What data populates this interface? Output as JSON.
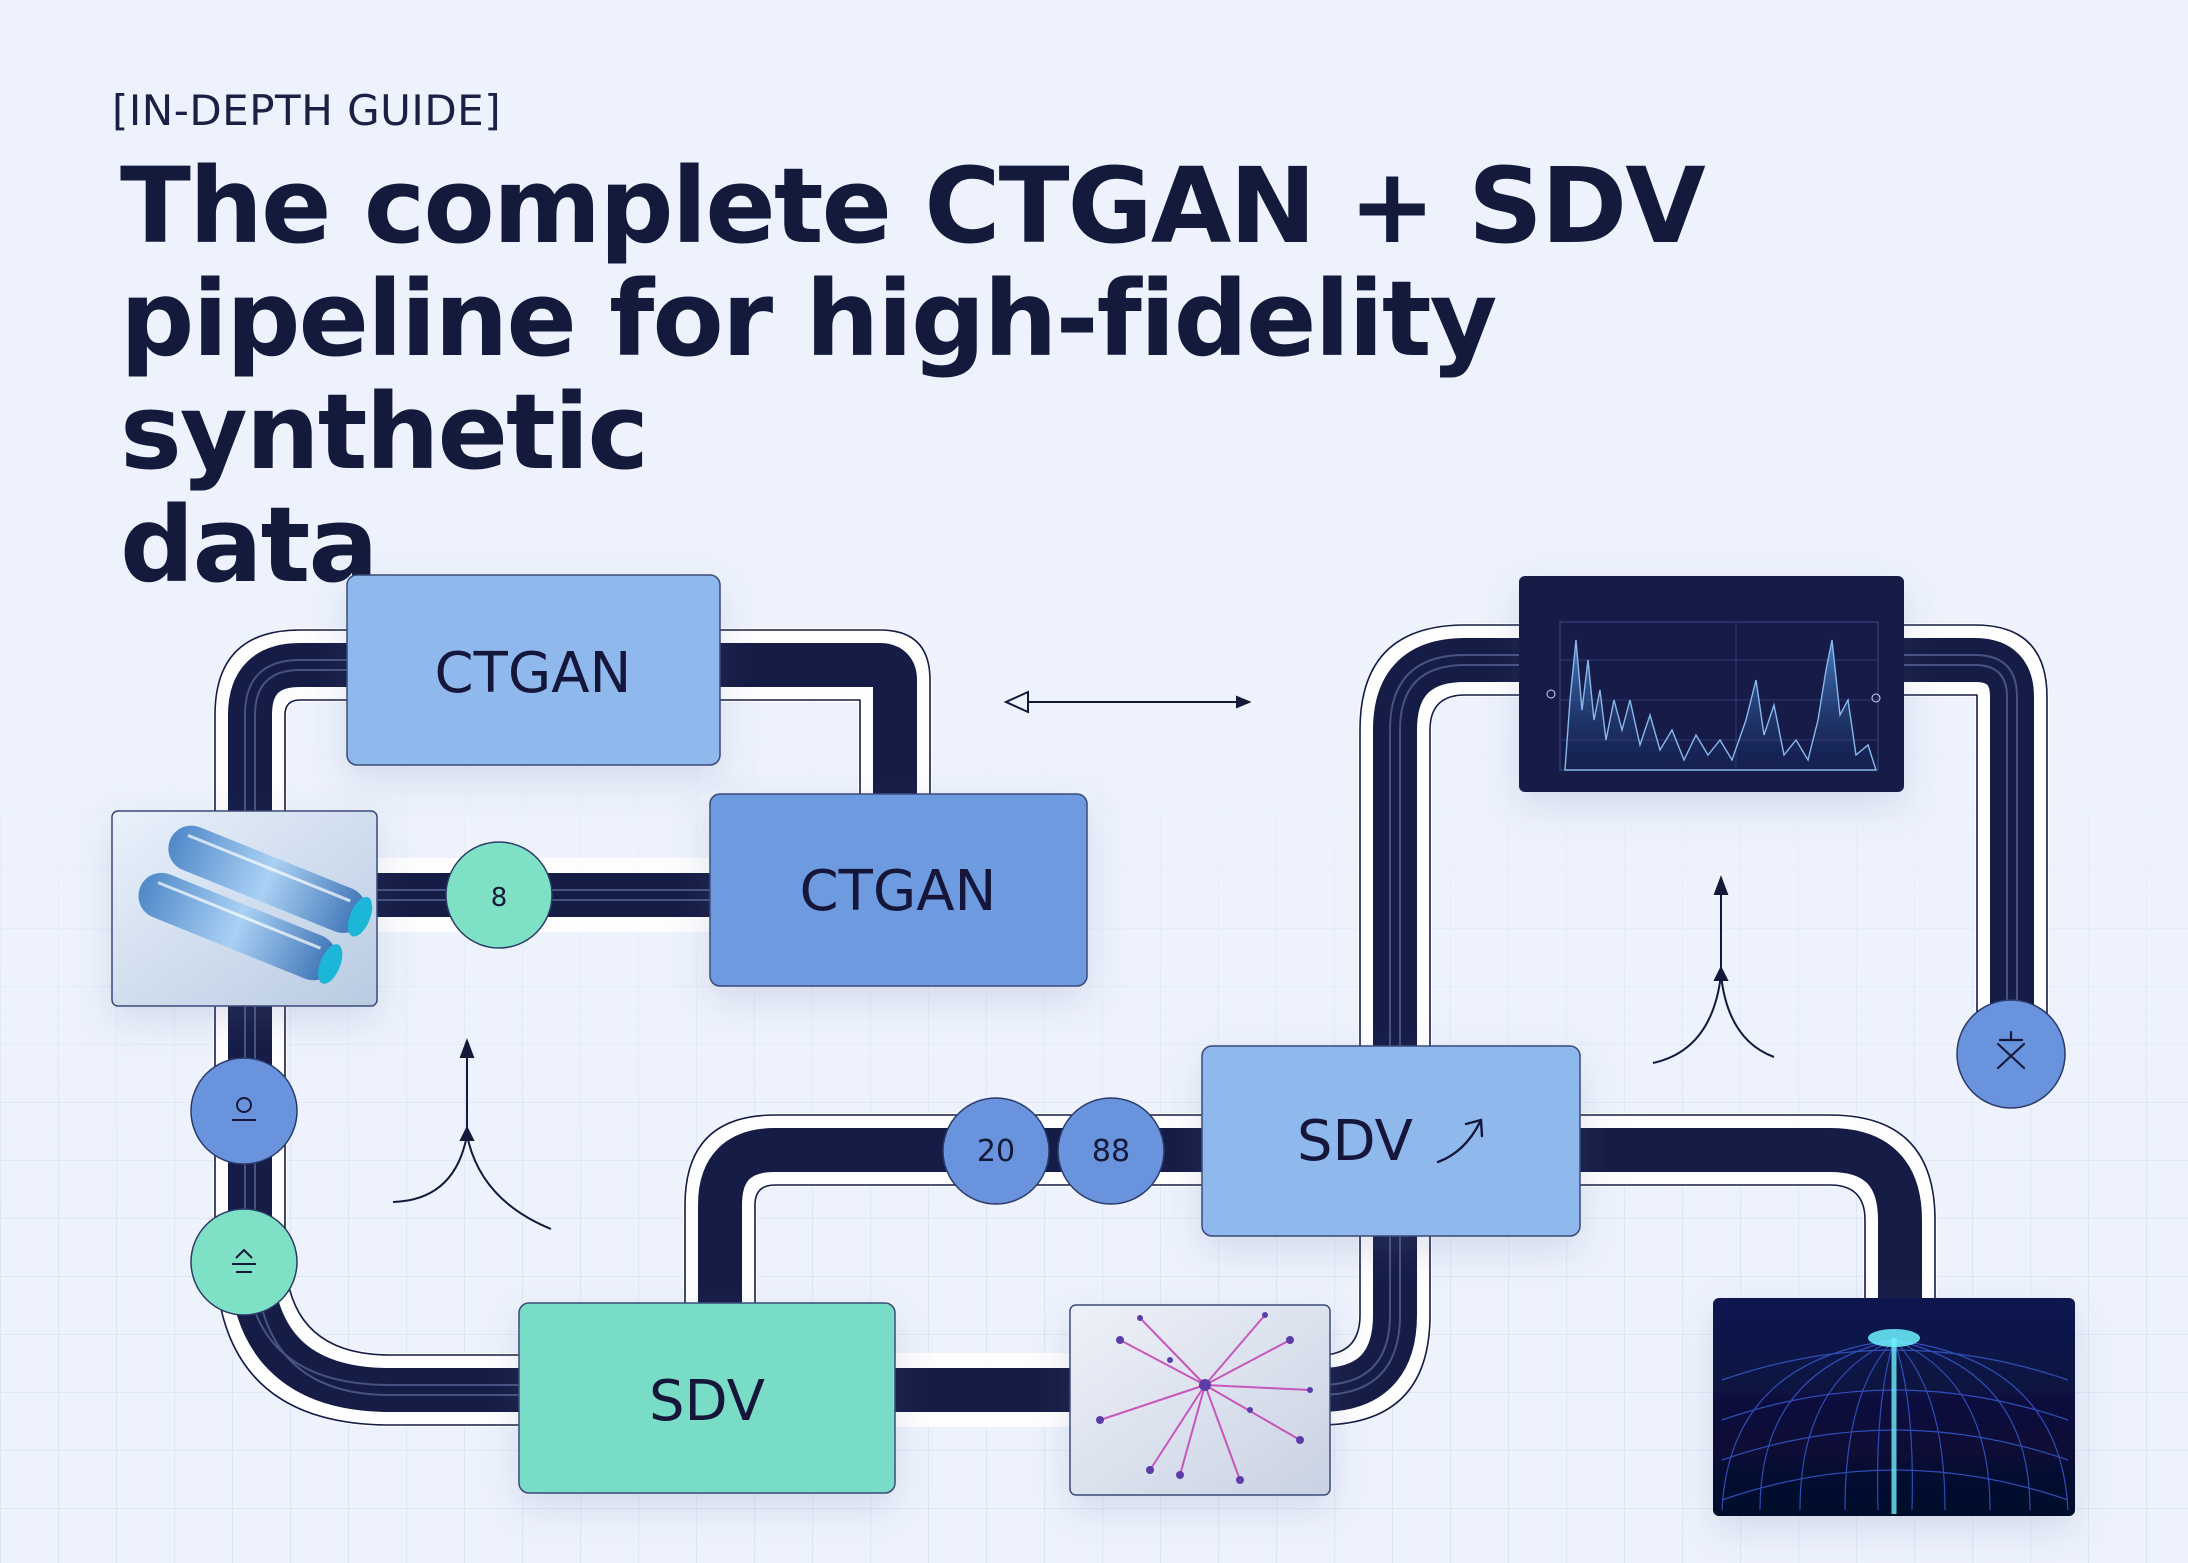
{
  "header": {
    "eyebrow": "[IN-DEPTH GUIDE]",
    "title_line_1": "The complete CTGAN + SDV",
    "title_line_2": "pipeline for high-fidelity synthetic",
    "title_line_3": "data"
  },
  "boxes": {
    "ctgan_top": "CTGAN",
    "ctgan_mid": "CTGAN",
    "sdv_right": "SDV",
    "sdv_bottom": "SDV"
  },
  "nodes": {
    "node_left_pipe": "8",
    "node_20": "20",
    "node_88": "88"
  },
  "colors": {
    "pipe": "#151c45",
    "box_light_blue": "#8fb8ec",
    "box_mid_blue": "#6e9ae0",
    "box_teal": "#78dcc7",
    "node_teal": "#7ee0c4",
    "node_blue": "#6a93de"
  },
  "icons": {
    "node_left_a": "bracket-glyph-icon",
    "node_left_b": "stack-glyph-icon",
    "node_right": "star-glyph-icon",
    "sdv_arrow": "curved-arrow-icon"
  }
}
